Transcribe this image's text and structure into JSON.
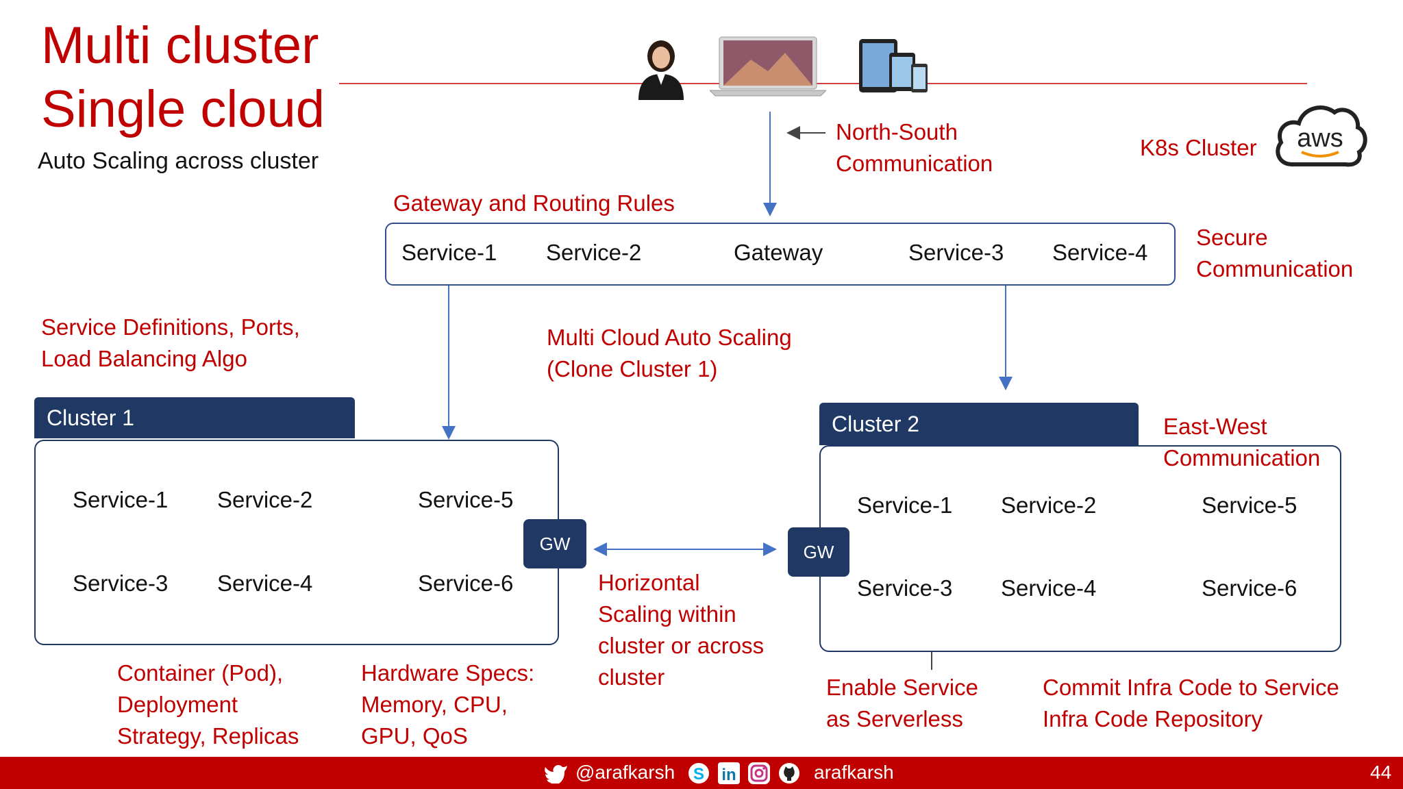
{
  "title_line1": "Multi cluster",
  "title_line2": "Single cloud",
  "subtitle": "Auto Scaling across cluster",
  "north_south": [
    "North-South",
    "Communication"
  ],
  "k8s_cluster": "K8s Cluster",
  "aws_logo": "aws",
  "gateway_routing_label": "Gateway and Routing Rules",
  "gateway_bar": {
    "items": [
      "Service-1",
      "Service-2",
      "Gateway",
      "Service-3",
      "Service-4"
    ]
  },
  "secure_comm": [
    "Secure",
    "Communication"
  ],
  "service_defs": [
    "Service Definitions, Ports,",
    "Load Balancing Algo"
  ],
  "multi_cloud": [
    "Multi Cloud Auto Scaling",
    "(Clone Cluster 1)"
  ],
  "cluster1": {
    "name": "Cluster 1",
    "services": [
      "Service-1",
      "Service-2",
      "Service-5",
      "Service-3",
      "Service-4",
      "Service-6"
    ],
    "gw": "GW"
  },
  "cluster2": {
    "name": "Cluster 2",
    "services": [
      "Service-1",
      "Service-2",
      "Service-5",
      "Service-3",
      "Service-4",
      "Service-6"
    ],
    "gw": "GW"
  },
  "east_west": [
    "East-West",
    "Communication"
  ],
  "horizontal": [
    "Horizontal",
    "Scaling within",
    "cluster or across",
    "cluster"
  ],
  "container_pod": [
    "Container (Pod),",
    "Deployment",
    "Strategy, Replicas"
  ],
  "hardware": [
    "Hardware Specs:",
    "Memory, CPU,",
    "GPU, QoS"
  ],
  "serverless": [
    "Enable Service",
    "as Serverless"
  ],
  "commit_infra": [
    "Commit Infra Code to Service",
    "Infra Code Repository"
  ],
  "footer": {
    "twitter": "@arafkarsh",
    "name": "arafkarsh",
    "page": "44"
  },
  "colors": {
    "accent_red": "#c00000",
    "navy": "#1f3864",
    "gateway_blue": "#2e75b6"
  },
  "icons": [
    "user-icon",
    "laptop-icon",
    "tablet-icon",
    "aws-cloud-icon",
    "twitter-icon",
    "skype-icon",
    "linkedin-icon",
    "instagram-icon",
    "github-icon"
  ]
}
